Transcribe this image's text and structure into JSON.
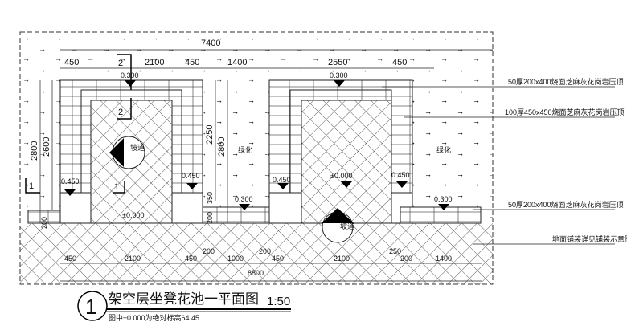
{
  "top_dims": {
    "overall": "7400",
    "segments": [
      "450",
      "2100",
      "450",
      "1400",
      "2550",
      "450"
    ]
  },
  "left_dims": {
    "outer": "2800",
    "inner": "2600"
  },
  "mid_dims": {
    "height_a": "2250",
    "height_b": "2800",
    "small_a": "350",
    "small_b": "200"
  },
  "bottom_dims": {
    "overall": "8800",
    "segments": [
      "450",
      "2100",
      "450",
      "200",
      "1000",
      "200",
      "450",
      "2100",
      "250",
      "200",
      "1400"
    ],
    "left_small": "200"
  },
  "elevations": {
    "top_left": "0.300",
    "top_right": "0.300",
    "seat_1": "0.450",
    "seat_2": "0.450",
    "seat_3": "0.450",
    "seat_4": "0.450",
    "planter_left": "0.300",
    "planter_right": "0.300",
    "floor_left": "±0.000",
    "floor_right": "±0.000"
  },
  "area_labels": {
    "green_1": "绿化",
    "green_2": "绿化",
    "ramp_1": "坡道",
    "ramp_2": "坡道"
  },
  "section_marks": {
    "s1_a": "1",
    "s1_b": "1",
    "s2_a": "2",
    "s2_b": "2"
  },
  "callouts": [
    "50厚200x400烧面芝麻灰花岗岩压顶",
    "100厚450x450烧面芝麻灰花岗岩压顶",
    "50厚200x400烧面芝麻灰花岗岩压顶",
    "地面铺装详见铺装示意图"
  ],
  "title": {
    "number": "1",
    "name": "架空层坐凳花池一平面图",
    "scale": "1:50",
    "note": "图中±0.000为绝对标高64.45"
  }
}
